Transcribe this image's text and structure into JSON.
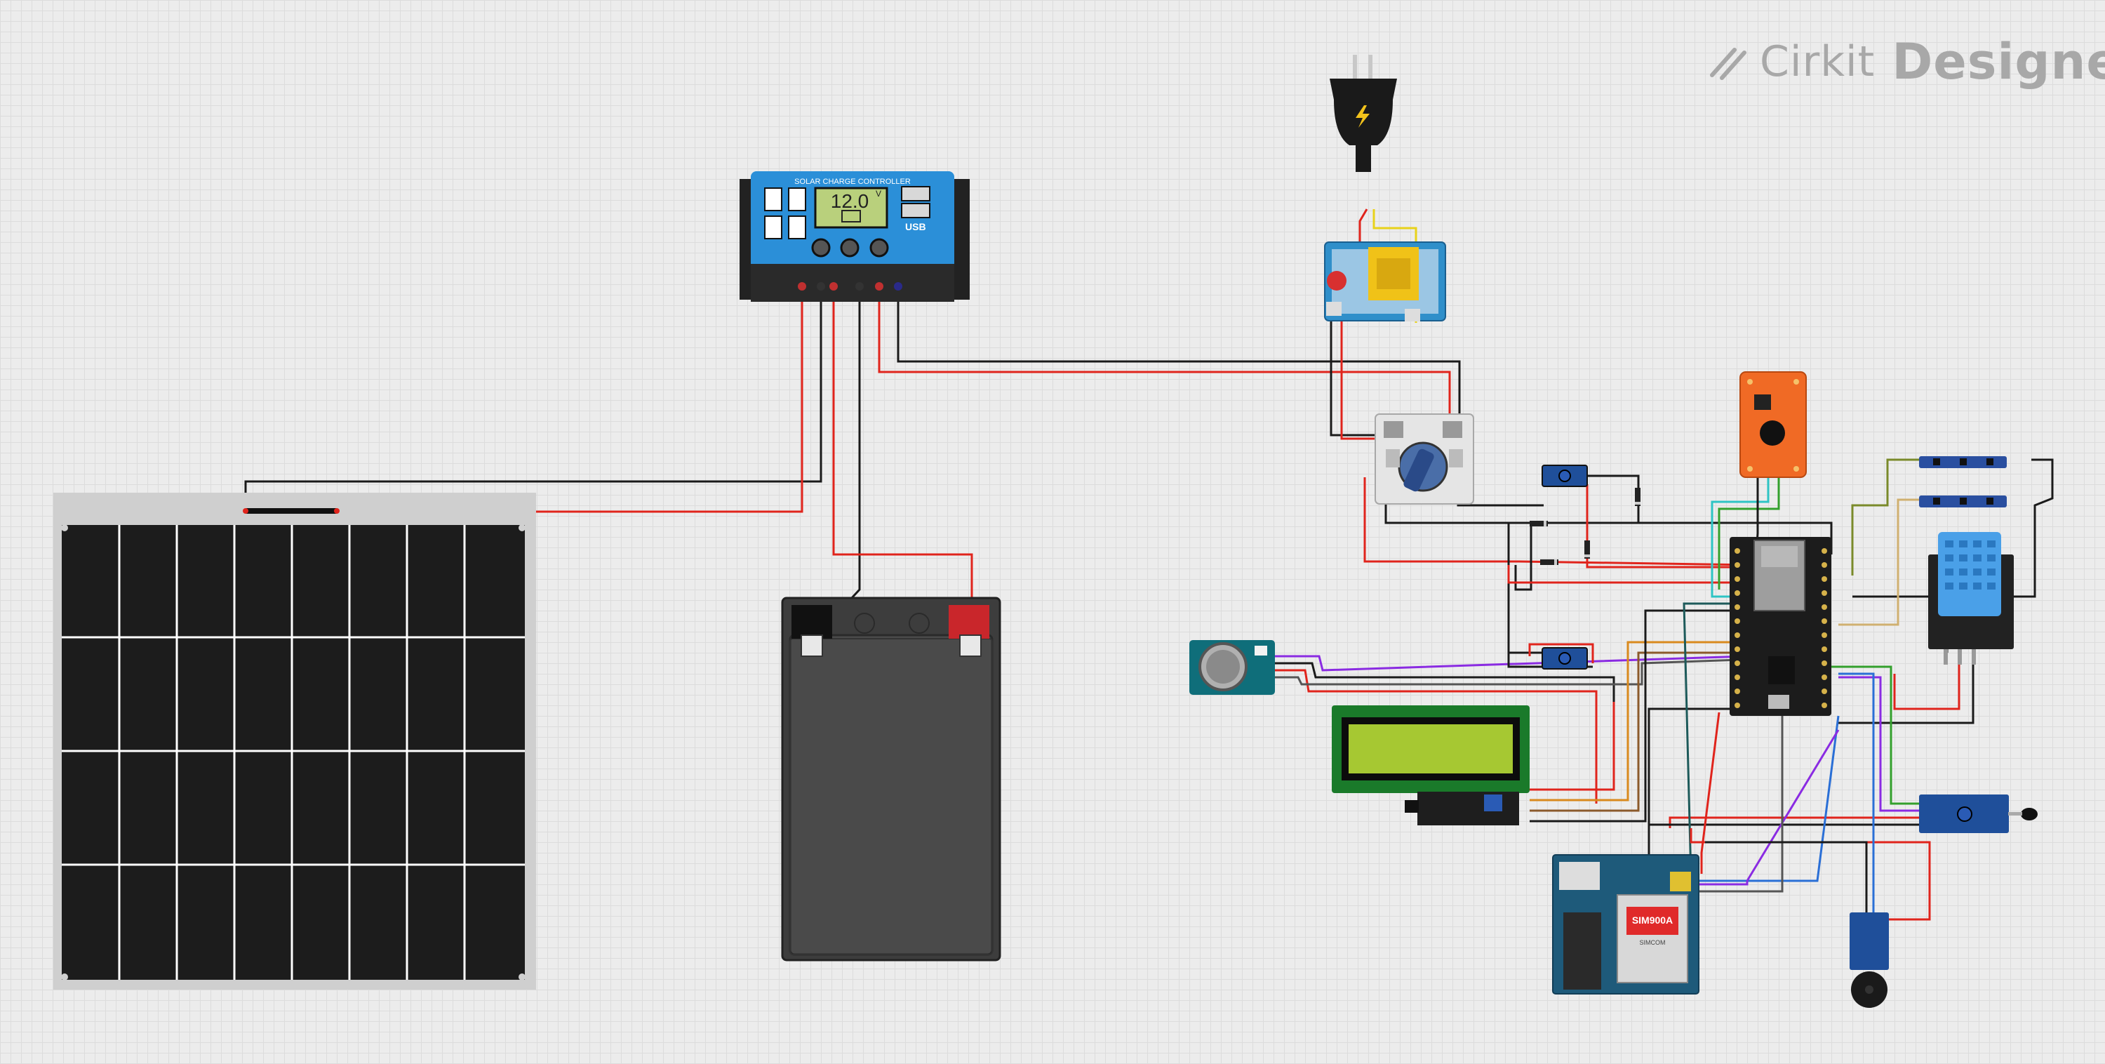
{
  "app": {
    "brand_light": "Cirkit",
    "brand_bold": "Designer"
  },
  "controller": {
    "title": "SOLAR CHARGE CONTROLLER",
    "display_value": "12.0",
    "display_unit": "V",
    "usb_label": "USB"
  },
  "sim_module": {
    "chip_label": "SIM900A",
    "chip_sub": "SIMCOM"
  },
  "icons": [
    "plug-icon",
    "lightning-icon",
    "brand-logo-icon"
  ],
  "colors": {
    "wire_red": "#e0241c",
    "wire_black": "#1a1a1a",
    "wire_purple": "#8a2be2",
    "wire_cyan": "#2ec4c4",
    "wire_blue": "#2a6fd6",
    "wire_green": "#33a02c",
    "wire_olive": "#7a8a2a",
    "wire_orange": "#d98a1e",
    "wire_yellow": "#e8d21a",
    "controller_blue": "#2b8fd8",
    "lcd_green": "#a6c832",
    "sensor_board": "#0f6e7a",
    "esp_board": "#1c1c1c",
    "voice_board": "#f06a25",
    "dht_blue": "#4aa0e8"
  }
}
